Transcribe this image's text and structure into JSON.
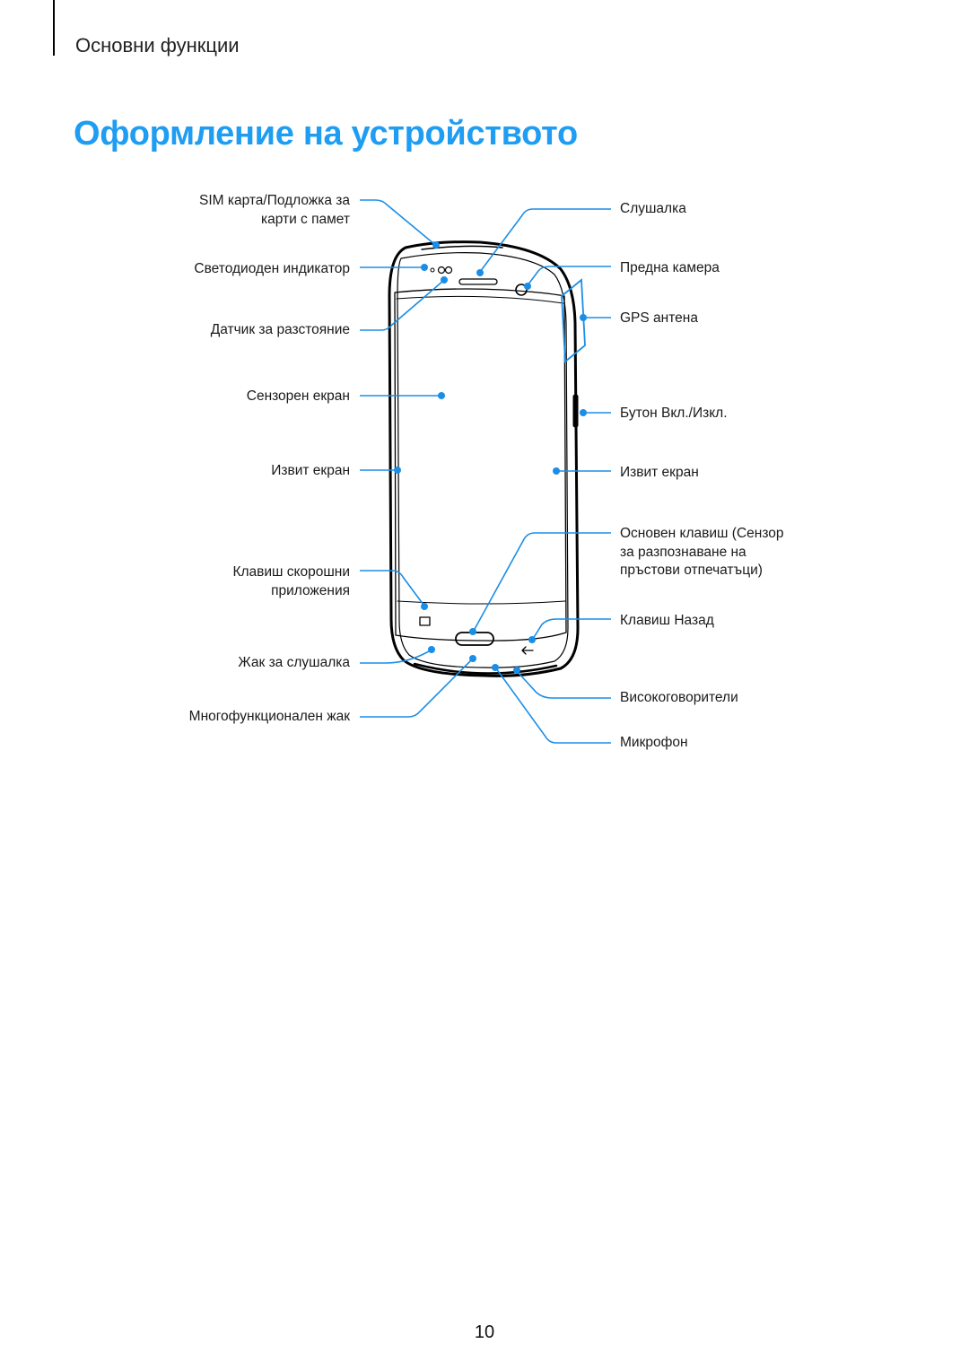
{
  "header": {
    "section": "Основни функции"
  },
  "title": "Оформление на устройството",
  "callouts": {
    "left": {
      "sim": "SIM карта/Подложка за\nкарти с памет",
      "led": "Светодиоден индикатор",
      "proximity": "Датчик за разстояние",
      "touchscreen": "Сензорен екран",
      "edge_left": "Извит екран",
      "recent_apps": "Клавиш скорошни\nприложения",
      "headset_jack": "Жак за слушалка",
      "multipurpose_jack": "Многофункционален жак"
    },
    "right": {
      "earpiece": "Слушалка",
      "front_camera": "Предна камера",
      "gps_antenna": "GPS антена",
      "power_key": "Бутон Вкл./Изкл.",
      "edge_right": "Извит екран",
      "home_key": "Основен клавиш (Сензор\nза разпознаване на\nпръстови отпечатъци)",
      "back_key": "Клавиш Назад",
      "speaker": "Високоговорители",
      "microphone": "Микрофон"
    }
  },
  "colors": {
    "accent": "#1e9df2",
    "callout_line": "#1a8ee6",
    "device_outline": "#000000"
  },
  "page_number": "10"
}
